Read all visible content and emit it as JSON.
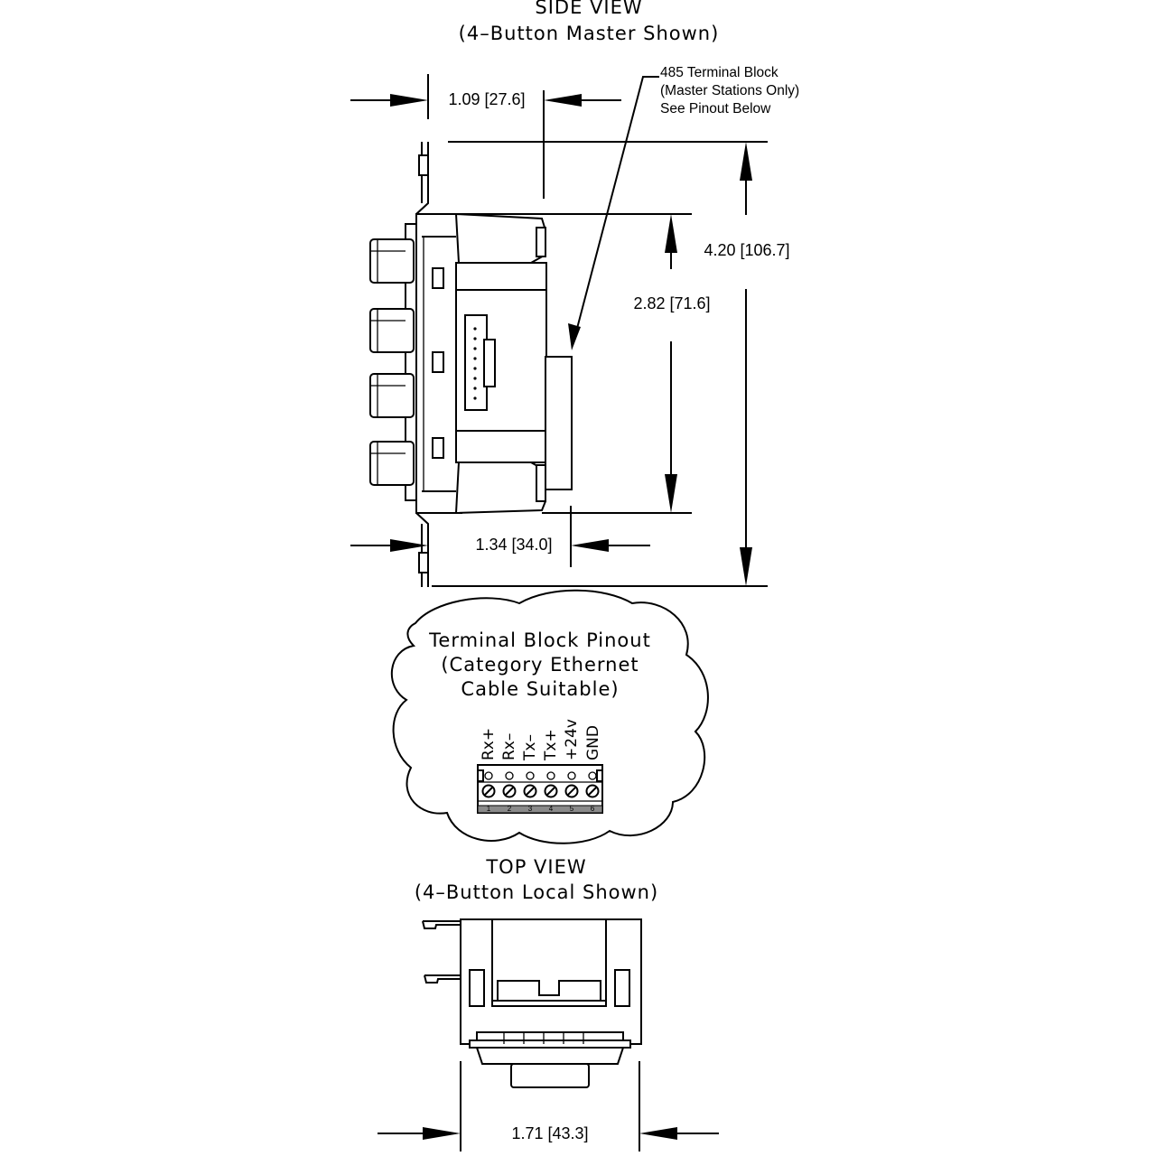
{
  "side_view": {
    "title": "SIDE VIEW",
    "subtitle": "(4–Button Master Shown)",
    "dim_depth": "1.09 [27.6]",
    "dim_height_total": "4.20 [106.7]",
    "dim_height_body": "2.82 [71.6]",
    "dim_depth_body": "1.34 [34.0]",
    "callout_line1": "485 Terminal Block",
    "callout_line2": "(Master Stations Only)",
    "callout_line3": "See Pinout Below"
  },
  "pinout": {
    "title_line1": "Terminal Block Pinout",
    "title_line2": "(Category Ethernet",
    "title_line3": "Cable Suitable)",
    "pins": [
      {
        "label": "Rx+",
        "number": "1"
      },
      {
        "label": "Rx–",
        "number": "2"
      },
      {
        "label": "Tx–",
        "number": "3"
      },
      {
        "label": "Tx+",
        "number": "4"
      },
      {
        "label": "+24v",
        "number": "5"
      },
      {
        "label": "GND",
        "number": "6"
      }
    ]
  },
  "top_view": {
    "title": "TOP VIEW",
    "subtitle": "(4–Button Local Shown)",
    "dim_width": "1.71 [43.3]"
  }
}
